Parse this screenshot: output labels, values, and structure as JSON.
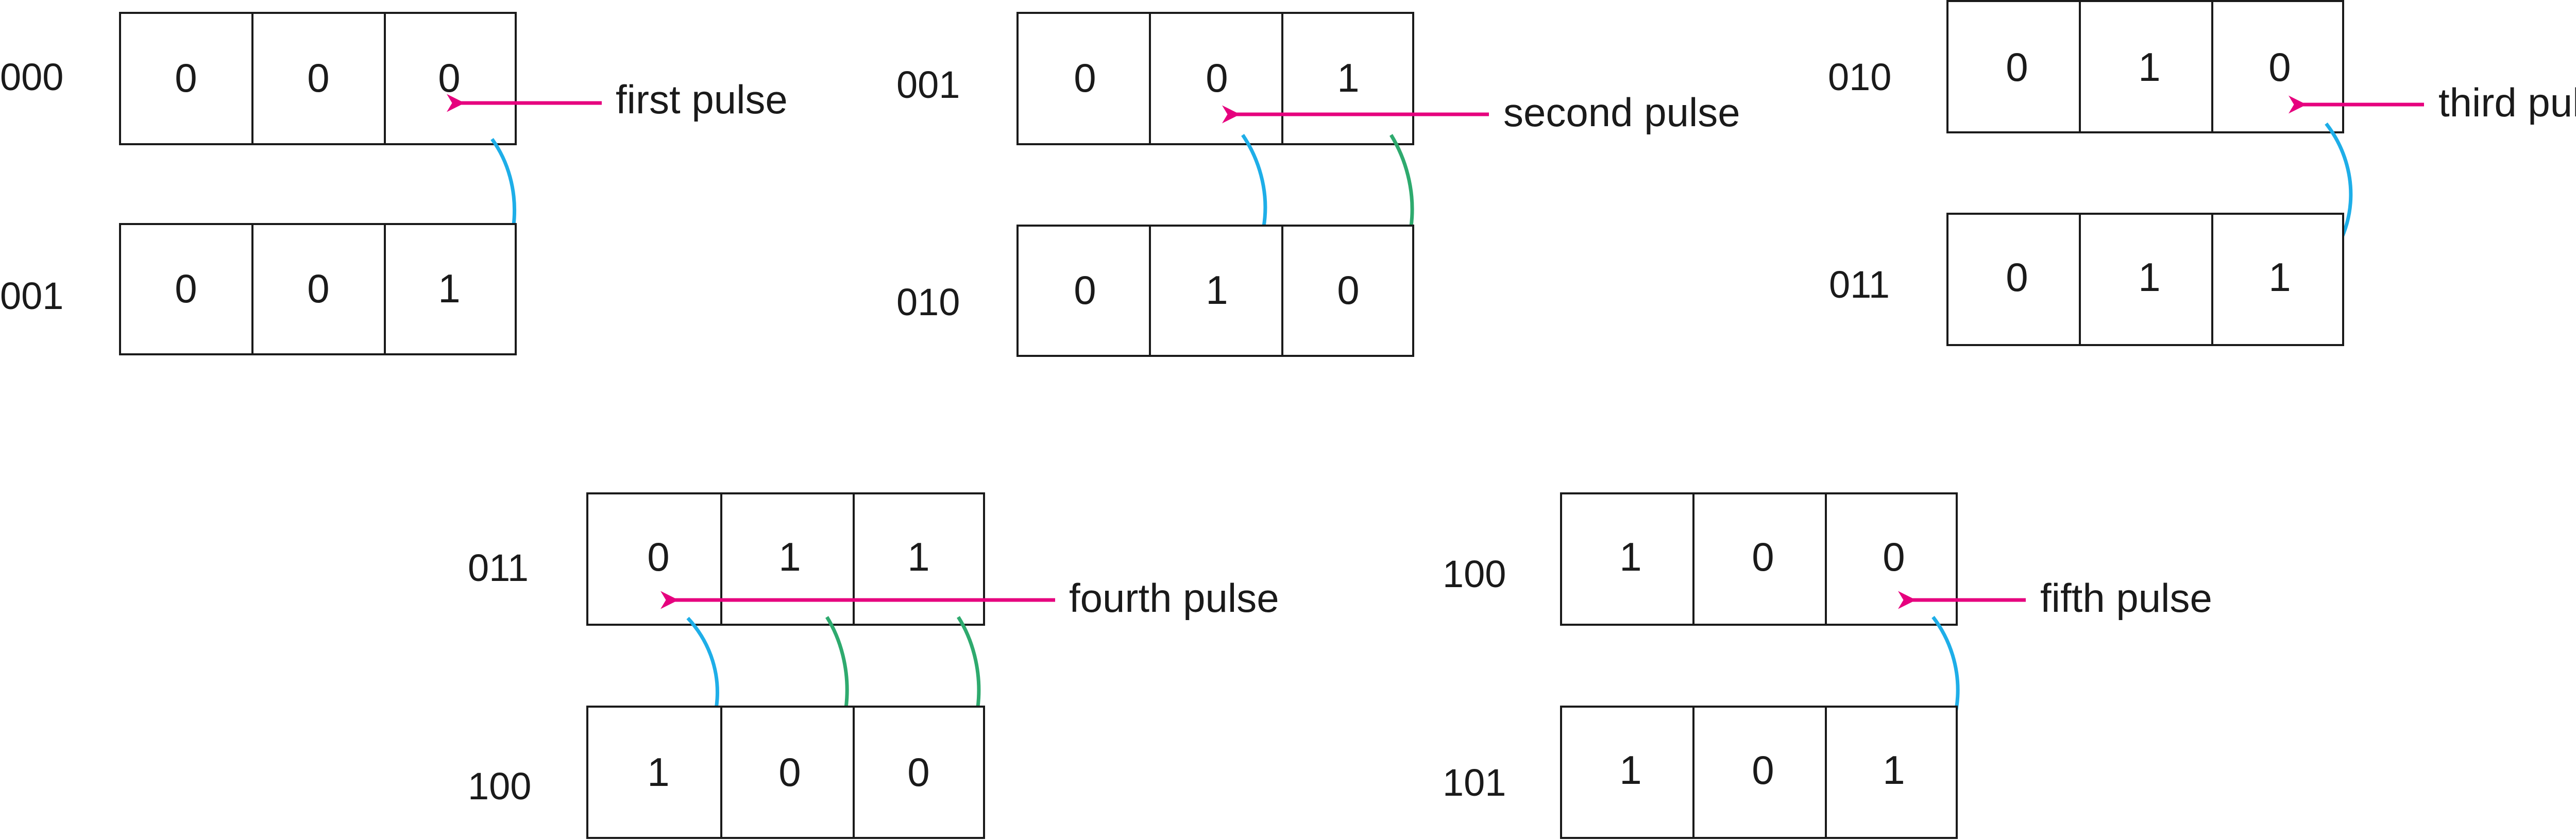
{
  "colors": {
    "pulse_arrow": "#e6007e",
    "shift_arrow": "#1eaee8",
    "carry_arrow": "#2eaa6e",
    "box_stroke": "#1a1a1a"
  },
  "panels": [
    {
      "top_label": "000",
      "top_bits": [
        "0",
        "0",
        "0"
      ],
      "bottom_label": "001",
      "bottom_bits": [
        "0",
        "0",
        "1"
      ],
      "pulse_label": "first pulse"
    },
    {
      "top_label": "001",
      "top_bits": [
        "0",
        "0",
        "1"
      ],
      "bottom_label": "010",
      "bottom_bits": [
        "0",
        "1",
        "0"
      ],
      "pulse_label": "second pulse"
    },
    {
      "top_label": "010",
      "top_bits": [
        "0",
        "1",
        "0"
      ],
      "bottom_label": "011",
      "bottom_bits": [
        "0",
        "1",
        "1"
      ],
      "pulse_label": "third pulse"
    },
    {
      "top_label": "011",
      "top_bits": [
        "0",
        "1",
        "1"
      ],
      "bottom_label": "100",
      "bottom_bits": [
        "1",
        "0",
        "0"
      ],
      "pulse_label": "fourth pulse"
    },
    {
      "top_label": "100",
      "top_bits": [
        "1",
        "0",
        "0"
      ],
      "bottom_label": "101",
      "bottom_bits": [
        "1",
        "0",
        "1"
      ],
      "pulse_label": "fifth pulse"
    }
  ]
}
